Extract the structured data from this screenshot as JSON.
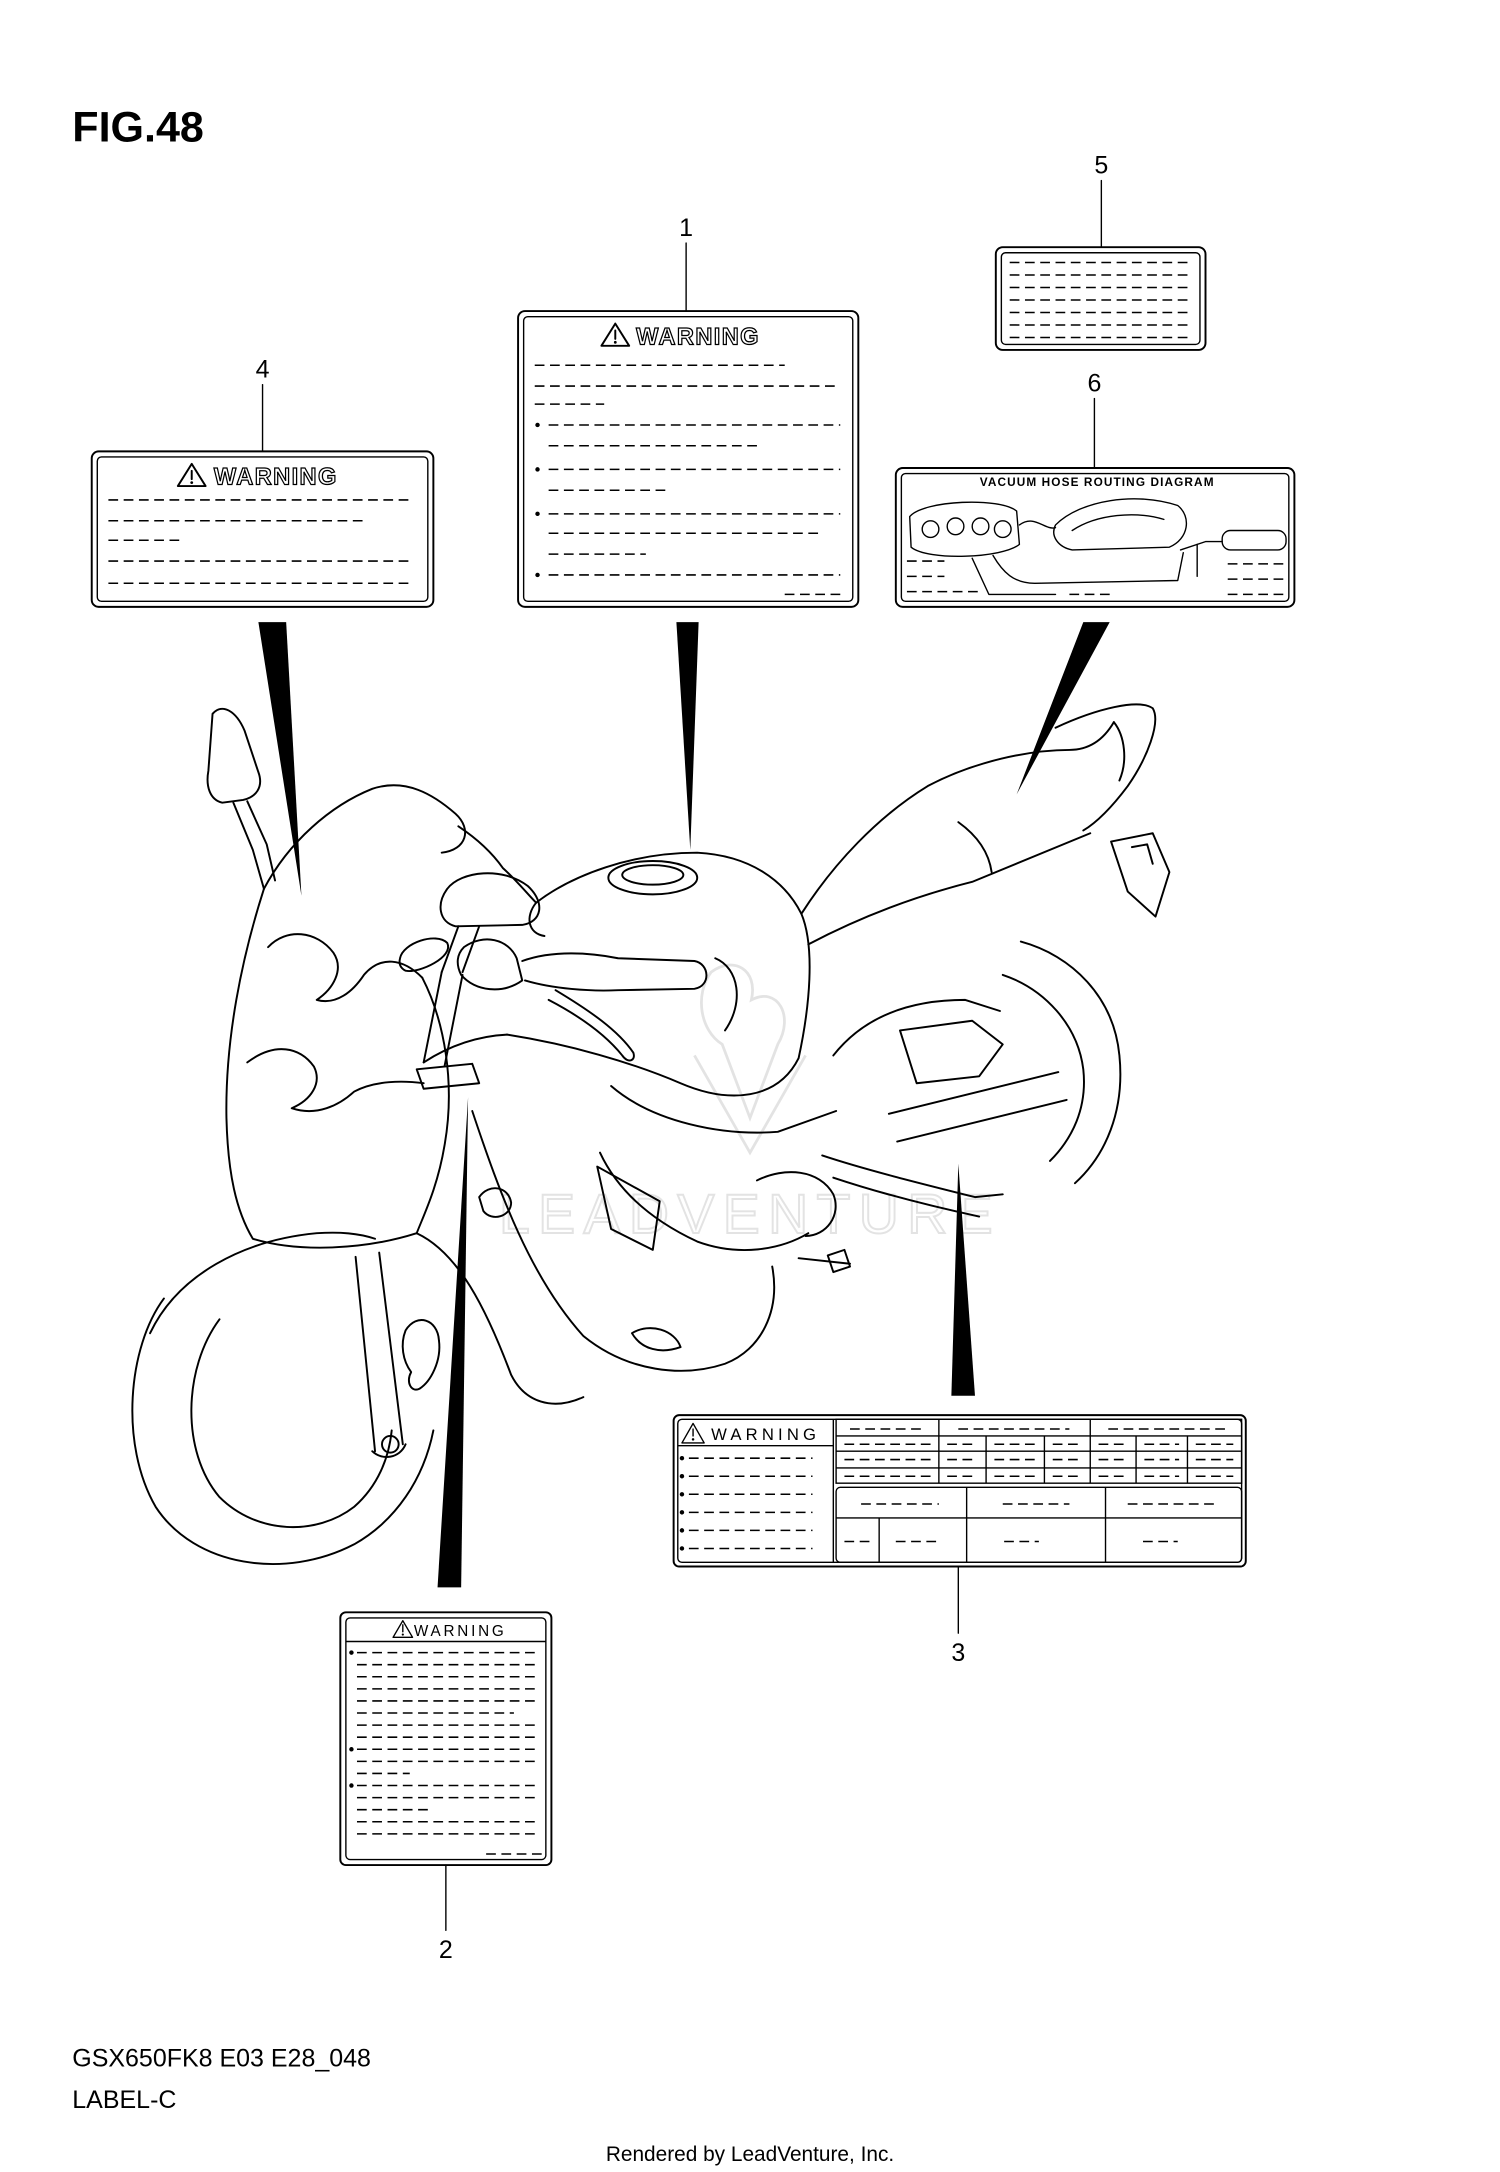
{
  "figure": {
    "title": "FIG.48",
    "code": "GSX650FK8 E03 E28_048",
    "name": "LABEL-C"
  },
  "parts": [
    {
      "ref": "1",
      "header": "WARNING"
    },
    {
      "ref": "2",
      "header": "WARNING"
    },
    {
      "ref": "3",
      "header": "WARNING"
    },
    {
      "ref": "4",
      "header": "WARNING"
    },
    {
      "ref": "5"
    },
    {
      "ref": "6",
      "header": "VACUUM HOSE ROUTING DIAGRAM"
    }
  ],
  "footer": {
    "text": "Rendered by LeadVenture, Inc."
  },
  "watermark": {
    "text": "LEADVENTURE"
  },
  "colors": {
    "ink": "#000000",
    "paper": "#ffffff",
    "watermark": "#e3e3e3"
  }
}
